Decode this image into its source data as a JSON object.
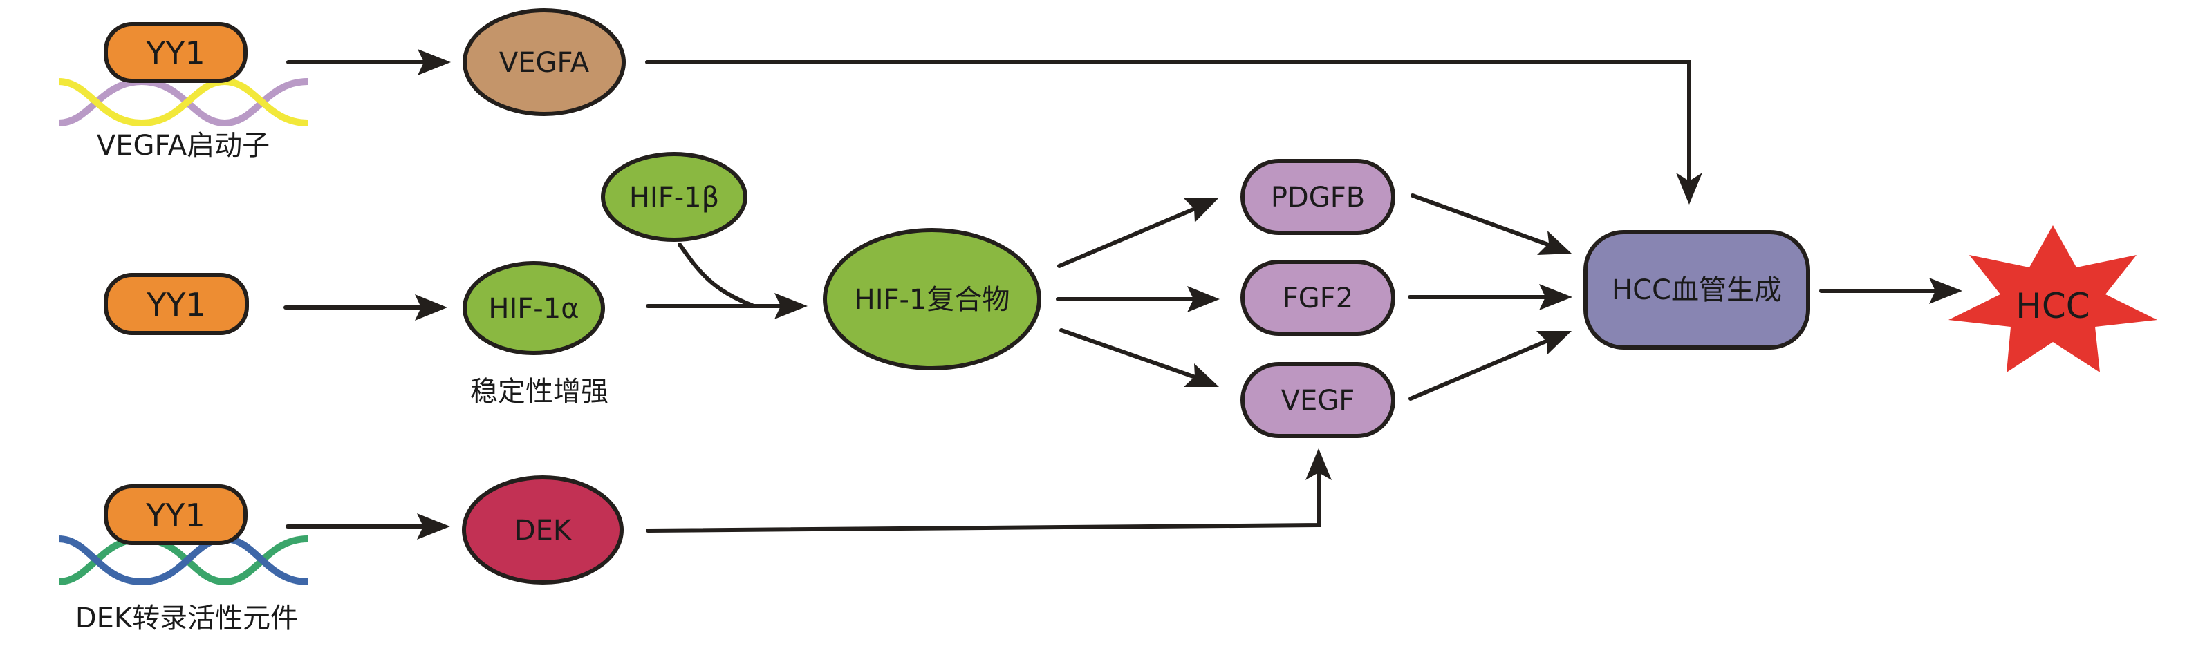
{
  "title": "YY1 regulates HCC angiogenesis pathway",
  "colors": {
    "yy1": "#ed8d33",
    "vegfa": "#c4956a",
    "hif": "#8ab841",
    "dek": "#c23154",
    "growth_factor": "#bd97c1",
    "angiogenesis": "#8885b2",
    "hcc": "#e5352e",
    "dna_a1": "#f2e83a",
    "dna_a2": "#b99ac6",
    "dna_b1": "#3e67a8",
    "dna_b2": "#3aa56a",
    "line": "#231f1c"
  },
  "nodes": {
    "yy1_top": "YY1",
    "yy1_mid": "YY1",
    "yy1_bottom": "YY1",
    "vegfa": "VEGFA",
    "hif1b": "HIF-1β",
    "hif1a": "HIF-1α",
    "hif_complex": "HIF-1复合物",
    "dek": "DEK",
    "pdgfb": "PDGFB",
    "fgf2": "FGF2",
    "vegf": "VEGF",
    "angiogenesis": "HCC血管生成",
    "hcc": "HCC"
  },
  "captions": {
    "vegfa_promoter": "VEGFA启动子",
    "stability": "稳定性增强",
    "dek_element": "DEK转录活性元件"
  },
  "edges": [
    {
      "from": "YY1 (VEGFA启动子)",
      "to": "VEGFA"
    },
    {
      "from": "VEGFA",
      "to": "HCC血管生成"
    },
    {
      "from": "YY1",
      "to": "HIF-1α"
    },
    {
      "from": "HIF-1α",
      "to": "HIF-1复合物"
    },
    {
      "from": "HIF-1β",
      "to": "HIF-1复合物"
    },
    {
      "from": "HIF-1复合物",
      "to": "PDGFB"
    },
    {
      "from": "HIF-1复合物",
      "to": "FGF2"
    },
    {
      "from": "HIF-1复合物",
      "to": "VEGF"
    },
    {
      "from": "PDGFB",
      "to": "HCC血管生成"
    },
    {
      "from": "FGF2",
      "to": "HCC血管生成"
    },
    {
      "from": "VEGF",
      "to": "HCC血管生成"
    },
    {
      "from": "YY1 (DEK转录活性元件)",
      "to": "DEK"
    },
    {
      "from": "DEK",
      "to": "VEGF"
    },
    {
      "from": "HCC血管生成",
      "to": "HCC"
    }
  ]
}
